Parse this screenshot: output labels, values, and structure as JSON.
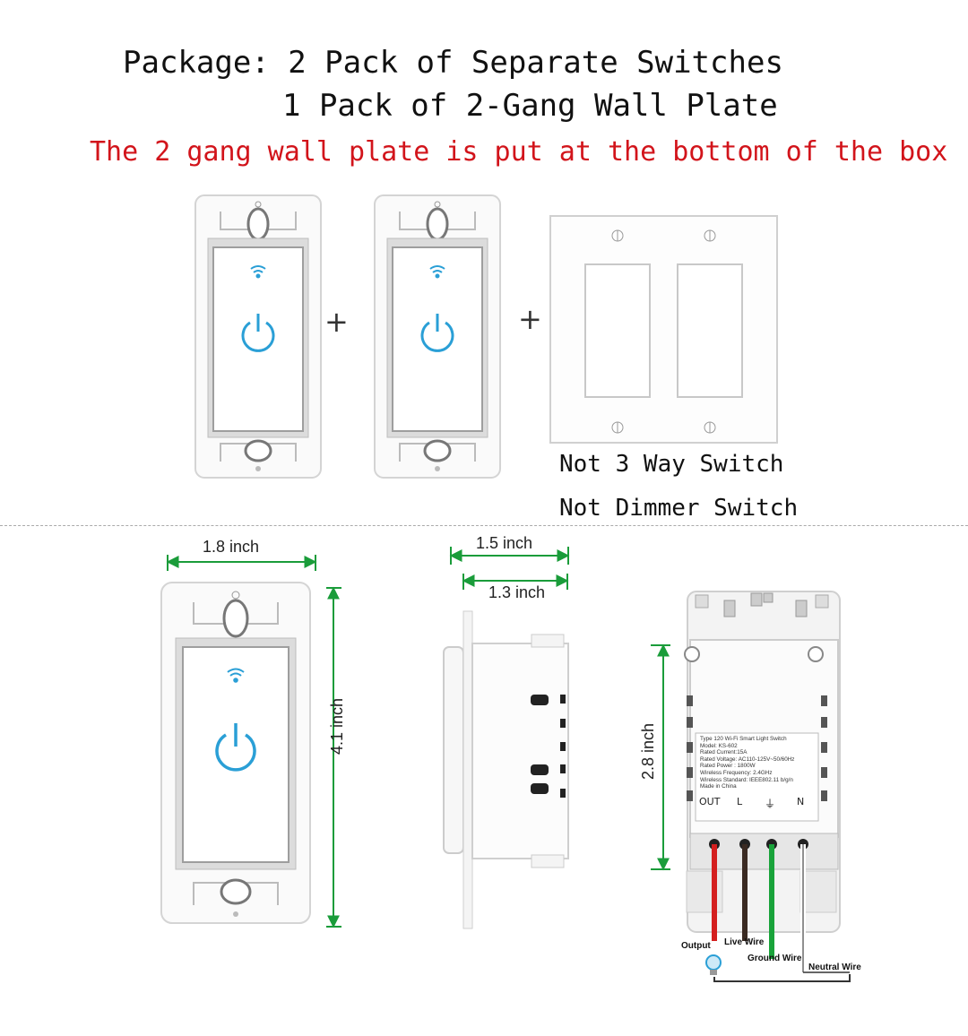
{
  "header": {
    "package_line1": "Package: 2 Pack of Separate Switches",
    "package_line2": "1 Pack of 2-Gang Wall Plate",
    "warning": "The 2 gang wall plate is put at the bottom of the box"
  },
  "package_contents": {
    "plus": "+",
    "notes": [
      "Not 3 Way Switch",
      "Not Dimmer Switch"
    ]
  },
  "dimensions": {
    "front_width": "1.8 inch",
    "front_height": "4.1 inch",
    "side_outer_depth": "1.5 inch",
    "side_inner_depth": "1.3 inch",
    "back_height": "2.8 inch"
  },
  "spec_label": {
    "lines": [
      "Type 120 Wi-Fi Smart Light Switch",
      "Model: KS-602",
      "Rated Current:15A",
      "Rated Voltage: AC110-125V~50/60Hz",
      "Rated Power : 1800W",
      "Wireless Frequency: 2.4GHz",
      "Wireless Standard: IEEE802.11 b/g/n",
      "Made in China"
    ],
    "terminals": [
      "OUT",
      "L",
      "⏚",
      "N"
    ]
  },
  "wiring": {
    "output": "Output",
    "live": "Live Wire",
    "ground": "Ground Wire",
    "neutral": "Neutral Wire"
  },
  "colors": {
    "accent": "#2a9fd6",
    "warning_red": "#d2141b",
    "dimension_green": "#1a9c3a",
    "wire_red": "#d41f1f",
    "wire_brown": "#3a2a22",
    "wire_green": "#19a33a"
  }
}
